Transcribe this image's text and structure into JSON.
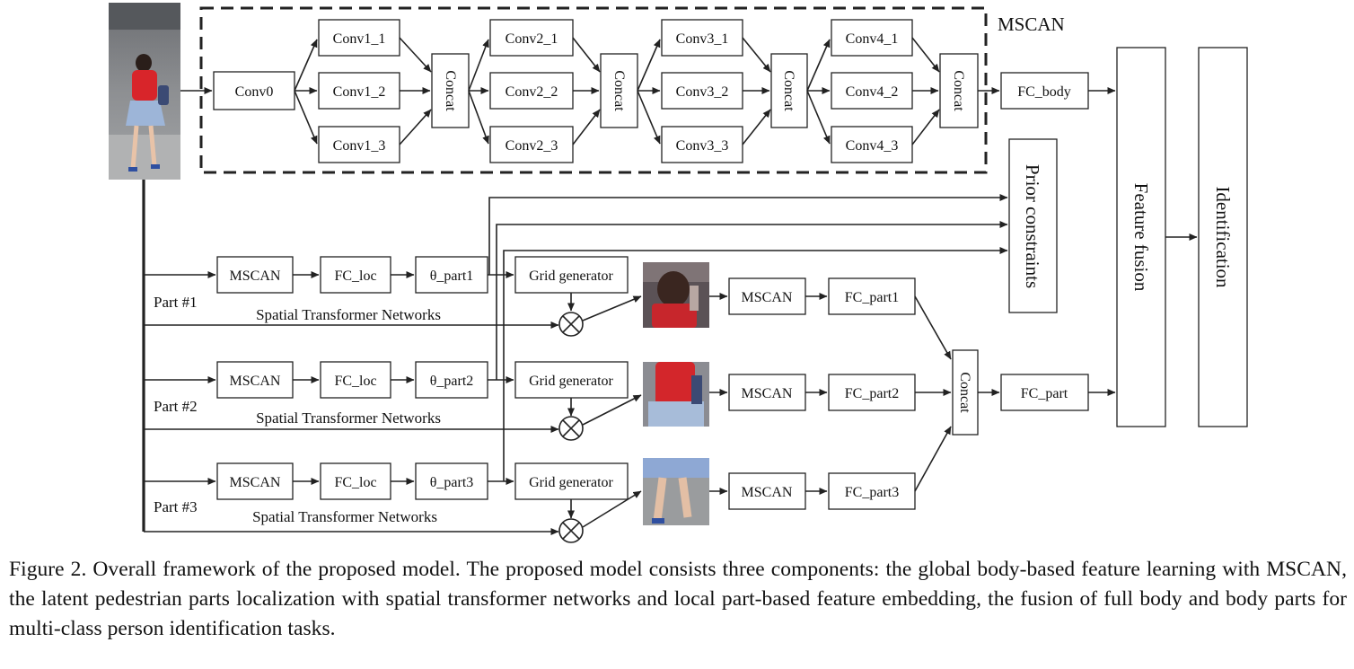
{
  "mscan_title": "MSCAN",
  "mscan_blocks": {
    "conv0": "Conv0",
    "stage1": [
      "Conv1_1",
      "Conv1_2",
      "Conv1_3"
    ],
    "stage2": [
      "Conv2_1",
      "Conv2_2",
      "Conv2_3"
    ],
    "stage3": [
      "Conv3_1",
      "Conv3_2",
      "Conv3_3"
    ],
    "stage4": [
      "Conv4_1",
      "Conv4_2",
      "Conv4_3"
    ],
    "concat": "Concat",
    "fc_body": "FC_body"
  },
  "prior_constraints": "Prior constraints",
  "feature_fusion": "Feature fusion",
  "identification": "Identification",
  "parts": [
    {
      "part_label": "Part #1",
      "stn_label": "Spatial Transformer Networks",
      "mscan": "MSCAN",
      "fc_loc": "FC_loc",
      "theta": "θ_part1",
      "grid": "Grid generator",
      "mscan2": "MSCAN",
      "fc_part": "FC_part1",
      "crop": "upper-body crop"
    },
    {
      "part_label": "Part #2",
      "stn_label": "Spatial Transformer Networks",
      "mscan": "MSCAN",
      "fc_loc": "FC_loc",
      "theta": "θ_part2",
      "grid": "Grid generator",
      "mscan2": "MSCAN",
      "fc_part": "FC_part2",
      "crop": "torso crop"
    },
    {
      "part_label": "Part #3",
      "stn_label": "Spatial Transformer Networks",
      "mscan": "MSCAN",
      "fc_loc": "FC_loc",
      "theta": "θ_part3",
      "grid": "Grid generator",
      "mscan2": "MSCAN",
      "fc_part": "FC_part3",
      "crop": "lower-body crop"
    }
  ],
  "part_concat": "Concat",
  "fc_part": "FC_part",
  "input_image": "pedestrian photo",
  "colors": {
    "line": "#222222",
    "shirt_red": "#d8252a",
    "skirt_blue": "#9db5d8",
    "background_gray": "#7a7c80"
  },
  "caption": "Figure 2. Overall framework of the proposed model.  The proposed model consists three components: the global body-based feature learning with MSCAN, the latent pedestrian parts localization with spatial transformer networks and local part-based feature embedding, the fusion of full body and body parts for multi-class person identification tasks."
}
